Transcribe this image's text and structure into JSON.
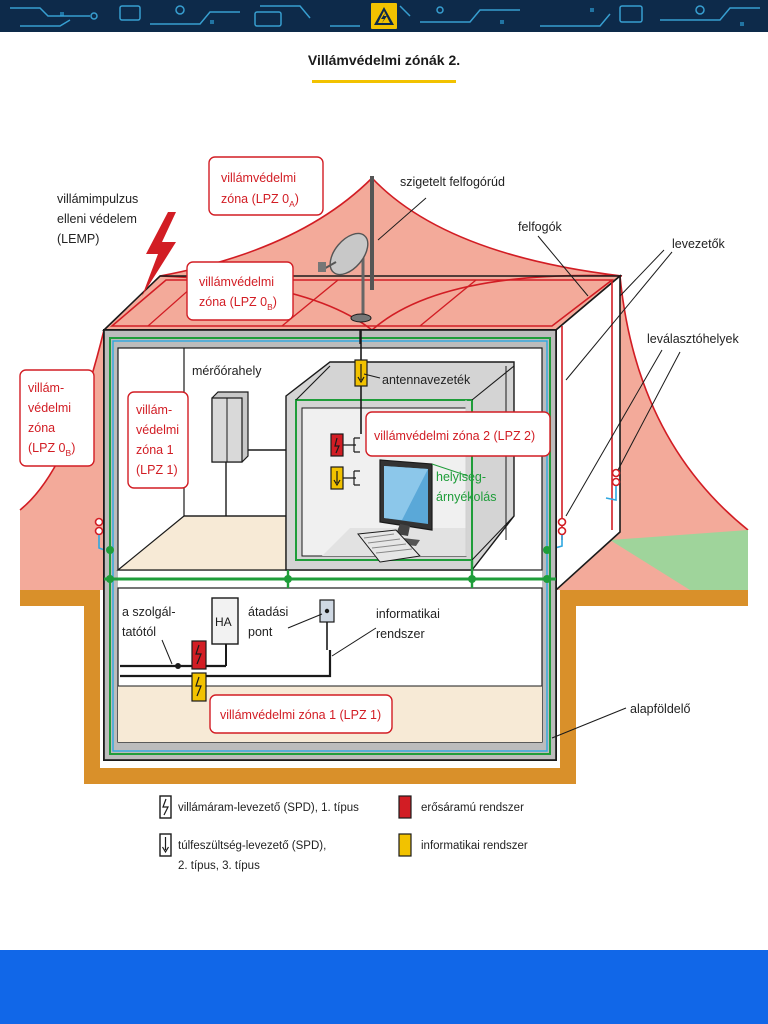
{
  "title": "Villámvédelmi zónák 2.",
  "colors": {
    "banner": "#0d2a4a",
    "zone_red": "#d21d24",
    "zone_fill": "#f3aa9a",
    "bonding_green": "#1f9d3a",
    "accent_yellow": "#f2c200",
    "footer_blue": "#1167e8",
    "ground": "#d9902a"
  },
  "labels": {
    "lemp": [
      "villámimpulzus",
      "elleni védelem",
      "(LEMP)"
    ],
    "lpz0a": [
      "villámvédelmi",
      "zóna (LPZ 0",
      "A",
      ")"
    ],
    "lpz0b_roof": [
      "villámvédelmi",
      "zóna (LPZ 0",
      "B",
      ")"
    ],
    "lpz0b_left": [
      "villám-",
      "védelmi",
      "zóna",
      "(LPZ 0",
      "B",
      ")"
    ],
    "lpz1_upper": [
      "villám-",
      "védelmi",
      "zóna 1",
      "(LPZ 1)"
    ],
    "lpz2": "villámvédelmi zóna 2 (LPZ 2)",
    "lpz1_lower": "villámvédelmi zóna 1 (LPZ 1)",
    "air_rod": "szigetelt felfogórúd",
    "air_terminals": "felfogók",
    "down_conductors": "levezetők",
    "test_joints": "leválasztóhelyek",
    "meter": "mérőórahely",
    "antenna_cable": "antennavezeték",
    "room_shielding": [
      "helyiség-",
      "árnyékolás"
    ],
    "from_supplier": [
      "a szolgál-",
      "tatótól"
    ],
    "ha": "HA",
    "transfer_point": [
      "átadási",
      "pont"
    ],
    "it_system": [
      "informatikai",
      "rendszer"
    ],
    "earth_electrode": "alapföldelő"
  },
  "legend": [
    {
      "icon": "lightning-arrester-icon",
      "text": "villámáram-levezető (SPD), 1. típus"
    },
    {
      "icon": "surge-arrester-icon",
      "text": [
        "túlfeszültség-levezető (SPD),",
        "2. típus, 3. típus"
      ]
    },
    {
      "icon": "red-square-icon",
      "color": "#d21d24",
      "text": "erősáramú rendszer"
    },
    {
      "icon": "yellow-square-icon",
      "color": "#f2c200",
      "text": "informatikai rendszer"
    }
  ]
}
